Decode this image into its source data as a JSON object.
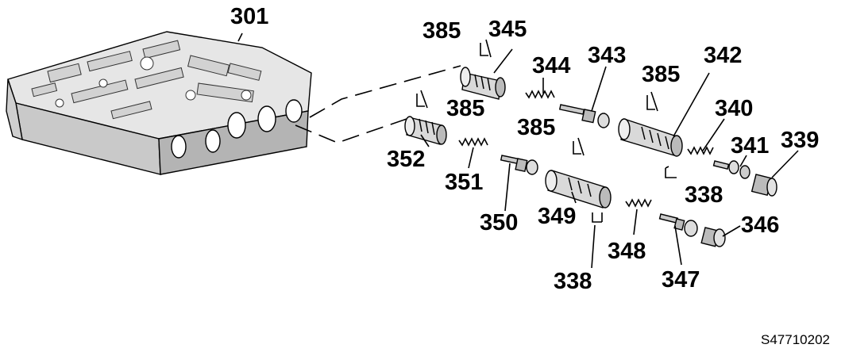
{
  "figure": {
    "callouts": {
      "c301": "301",
      "c385a": "385",
      "c345": "345",
      "c344": "344",
      "c343": "343",
      "c385b": "385",
      "c342": "342",
      "c385c": "385",
      "c340": "340",
      "c341": "341",
      "c339": "339",
      "c352": "352",
      "c351": "351",
      "c385d": "385",
      "c338a": "338",
      "c350": "350",
      "c349": "349",
      "c346": "346",
      "c348": "348",
      "c338b": "338",
      "c347": "347"
    },
    "reference_code": "S47710202"
  }
}
